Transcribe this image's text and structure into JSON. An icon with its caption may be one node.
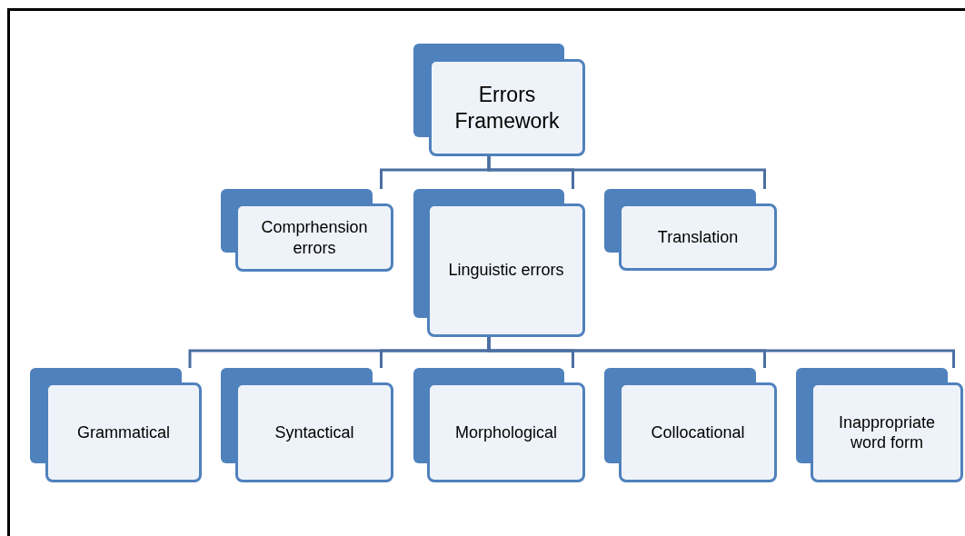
{
  "diagram": {
    "nodes": [
      {
        "text": [
          "Errors Framework"
        ]
      },
      {
        "text": [
          "Comprhension errors"
        ]
      },
      {
        "text": [
          "Linguistic errors"
        ]
      },
      {
        "text": [
          "Translation"
        ]
      },
      {
        "text": [
          "Grammatical"
        ]
      },
      {
        "text": [
          "Syntactical"
        ]
      },
      {
        "text": [
          "Morphological"
        ]
      },
      {
        "text": [
          "Collocational"
        ]
      },
      {
        "text": [
          "Inappropriate word form"
        ]
      }
    ],
    "edges": [
      {
        "from": 0,
        "to": 1,
        "arrow": "none"
      },
      {
        "from": 0,
        "to": 2,
        "arrow": "none"
      },
      {
        "from": 0,
        "to": 3,
        "arrow": "none"
      },
      {
        "from": 2,
        "to": 4,
        "arrow": "none"
      },
      {
        "from": 2,
        "to": 5,
        "arrow": "none"
      },
      {
        "from": 2,
        "to": 6,
        "arrow": "none"
      },
      {
        "from": 2,
        "to": 7,
        "arrow": "none"
      },
      {
        "from": 2,
        "to": 8,
        "arrow": "none"
      }
    ]
  }
}
